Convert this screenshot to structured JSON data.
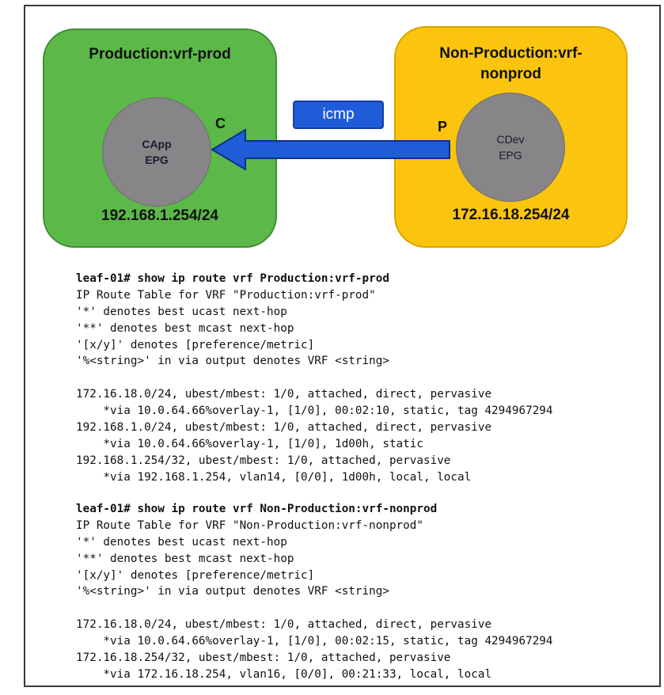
{
  "diagram": {
    "prod_vrf": {
      "title": "Production:vrf-prod",
      "subnet": "192.168.1.254/24",
      "epg_name": "CApp",
      "epg_type": "EPG",
      "role": "C",
      "color": "#5cb848"
    },
    "nonprod_vrf": {
      "title_line1": "Non-Production:vrf-",
      "title_line2": "nonprod",
      "subnet": "172.16.18.254/24",
      "epg_name": "CDev",
      "epg_type": "EPG",
      "role": "P",
      "color": "#fbc50f"
    },
    "contract_label": "icmp",
    "arrow_color": "#1f5cd8"
  },
  "cli_blocks": [
    {
      "lines": [
        {
          "text": "leaf-01# show ip route vrf Production:vrf-prod",
          "bold": true
        },
        {
          "text": "IP Route Table for VRF \"Production:vrf-prod\"",
          "bold": false
        },
        {
          "text": "'*' denotes best ucast next-hop",
          "bold": false
        },
        {
          "text": "'**' denotes best mcast next-hop",
          "bold": false
        },
        {
          "text": "'[x/y]' denotes [preference/metric]",
          "bold": false
        },
        {
          "text": "'%<string>' in via output denotes VRF <string>",
          "bold": false
        },
        {
          "text": "",
          "bold": false
        },
        {
          "text": "172.16.18.0/24, ubest/mbest: 1/0, attached, direct, pervasive",
          "bold": false
        },
        {
          "text": "    *via 10.0.64.66%overlay-1, [1/0], 00:02:10, static, tag 4294967294",
          "bold": false
        },
        {
          "text": "192.168.1.0/24, ubest/mbest: 1/0, attached, direct, pervasive",
          "bold": false
        },
        {
          "text": "    *via 10.0.64.66%overlay-1, [1/0], 1d00h, static",
          "bold": false
        },
        {
          "text": "192.168.1.254/32, ubest/mbest: 1/0, attached, pervasive",
          "bold": false
        },
        {
          "text": "    *via 192.168.1.254, vlan14, [0/0], 1d00h, local, local",
          "bold": false
        }
      ]
    },
    {
      "lines": [
        {
          "text": "leaf-01# show ip route vrf Non-Production:vrf-nonprod",
          "bold": true
        },
        {
          "text": "IP Route Table for VRF \"Non-Production:vrf-nonprod\"",
          "bold": false
        },
        {
          "text": "'*' denotes best ucast next-hop",
          "bold": false
        },
        {
          "text": "'**' denotes best mcast next-hop",
          "bold": false
        },
        {
          "text": "'[x/y]' denotes [preference/metric]",
          "bold": false
        },
        {
          "text": "'%<string>' in via output denotes VRF <string>",
          "bold": false
        },
        {
          "text": "",
          "bold": false
        },
        {
          "text": "172.16.18.0/24, ubest/mbest: 1/0, attached, direct, pervasive",
          "bold": false
        },
        {
          "text": "    *via 10.0.64.66%overlay-1, [1/0], 00:02:15, static, tag 4294967294",
          "bold": false
        },
        {
          "text": "172.16.18.254/32, ubest/mbest: 1/0, attached, pervasive",
          "bold": false
        },
        {
          "text": "    *via 172.16.18.254, vlan16, [0/0], 00:21:33, local, local",
          "bold": false
        }
      ]
    }
  ]
}
